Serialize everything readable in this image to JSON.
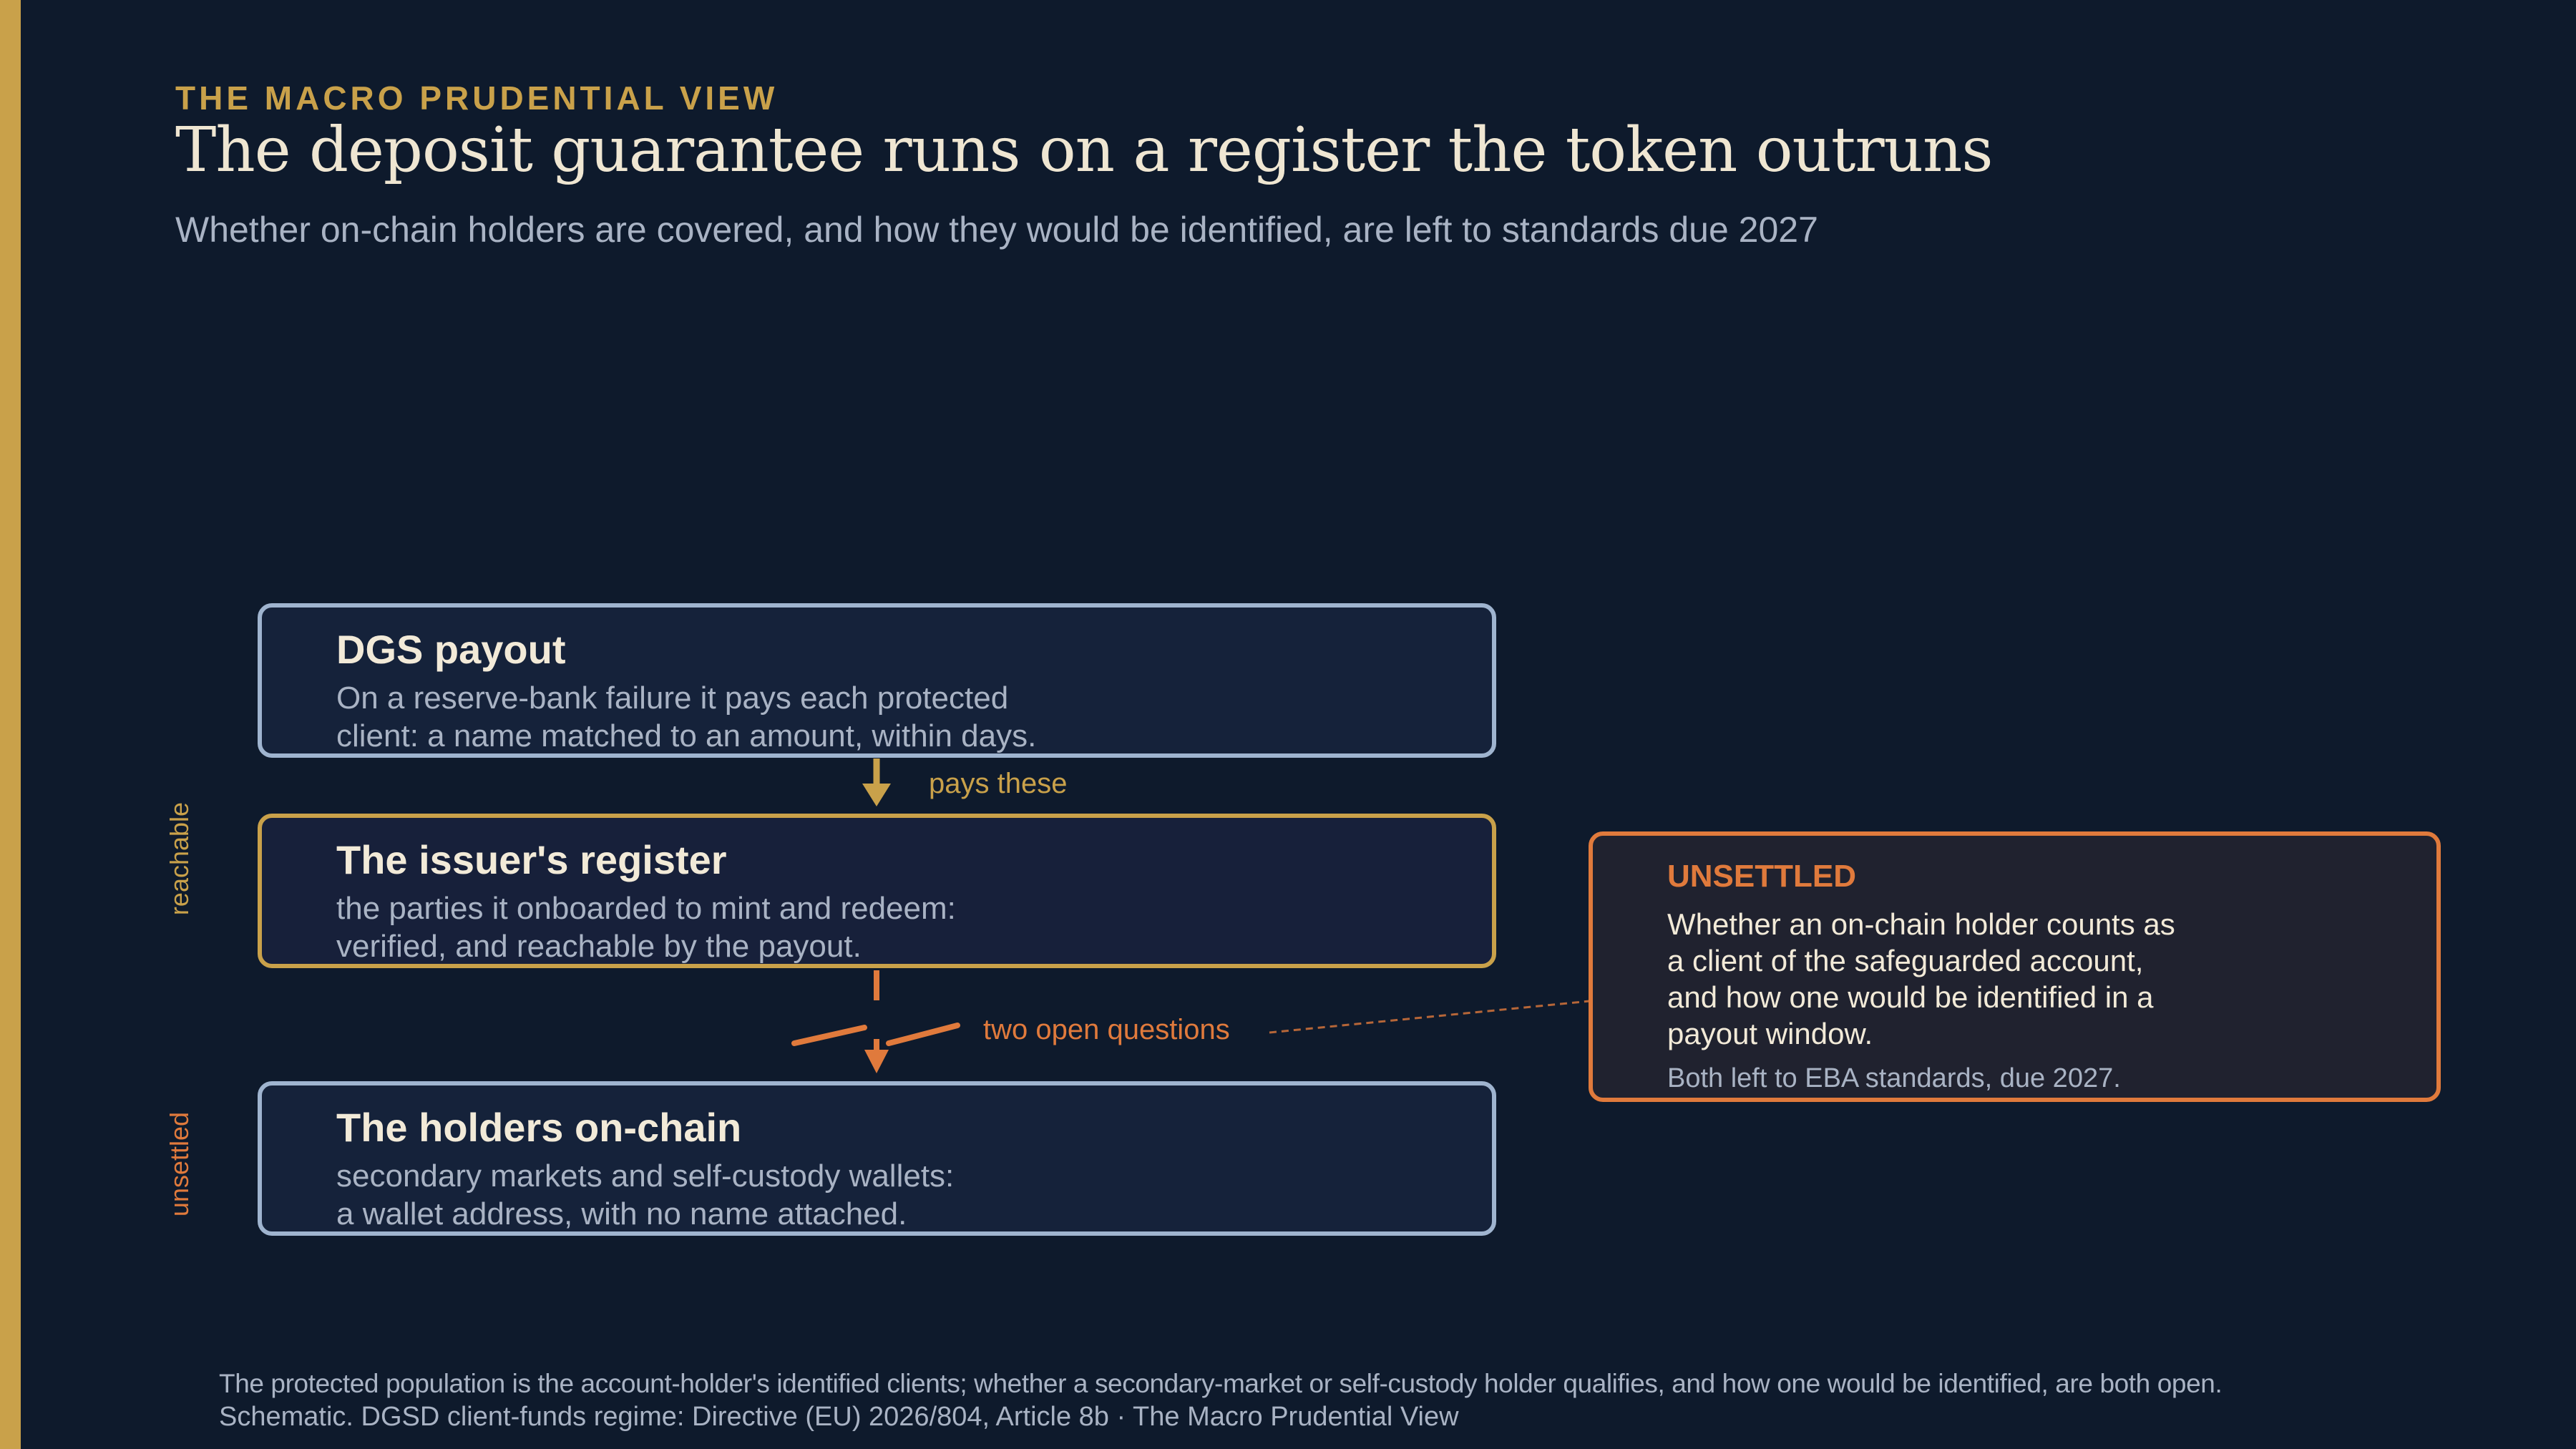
{
  "header": {
    "kicker": "THE MACRO PRUDENTIAL VIEW",
    "title": "The deposit guarantee runs on a register the token outruns",
    "subtitle": "Whether on-chain holders are covered, and how they would be identified, are left to standards due 2027"
  },
  "boxes": [
    {
      "title": "DGS payout",
      "lines": [
        "On a reserve-bank failure it pays each protected",
        "client: a name matched to an amount, within days."
      ]
    },
    {
      "title": "The issuer's register",
      "lines": [
        "the parties it onboarded to mint and redeem:",
        "verified, and reachable by the payout."
      ]
    },
    {
      "title": "The holders on-chain",
      "lines": [
        "secondary markets and self-custody wallets:",
        "a wallet address, with no name attached."
      ]
    }
  ],
  "side_labels": {
    "reachable": "reachable",
    "unsettled": "unsettled"
  },
  "connectors": {
    "pays": "pays these",
    "questions": "two open questions"
  },
  "note": {
    "heading": "UNSETTLED",
    "lines": [
      "Whether an on-chain holder counts as",
      "a client of the safeguarded account,",
      "and how one would be identified in a",
      "payout window."
    ],
    "footer": "Both left to EBA standards, due 2027."
  },
  "footnotes": [
    "The protected population is the account-holder's identified clients; whether a secondary-market or self-custody holder qualifies, and how one would be identified, are both open.",
    "Schematic. DGSD client-funds regime: Directive (EU) 2026/804, Article 8b  ·  The Macro Prudential View"
  ],
  "colors": {
    "background": "#0e1a2c",
    "gold": "#c9a14a",
    "steel": "#9fb4cf",
    "orange": "#e07a3c",
    "text": "#f2ead8",
    "muted": "#a9b3c4"
  }
}
